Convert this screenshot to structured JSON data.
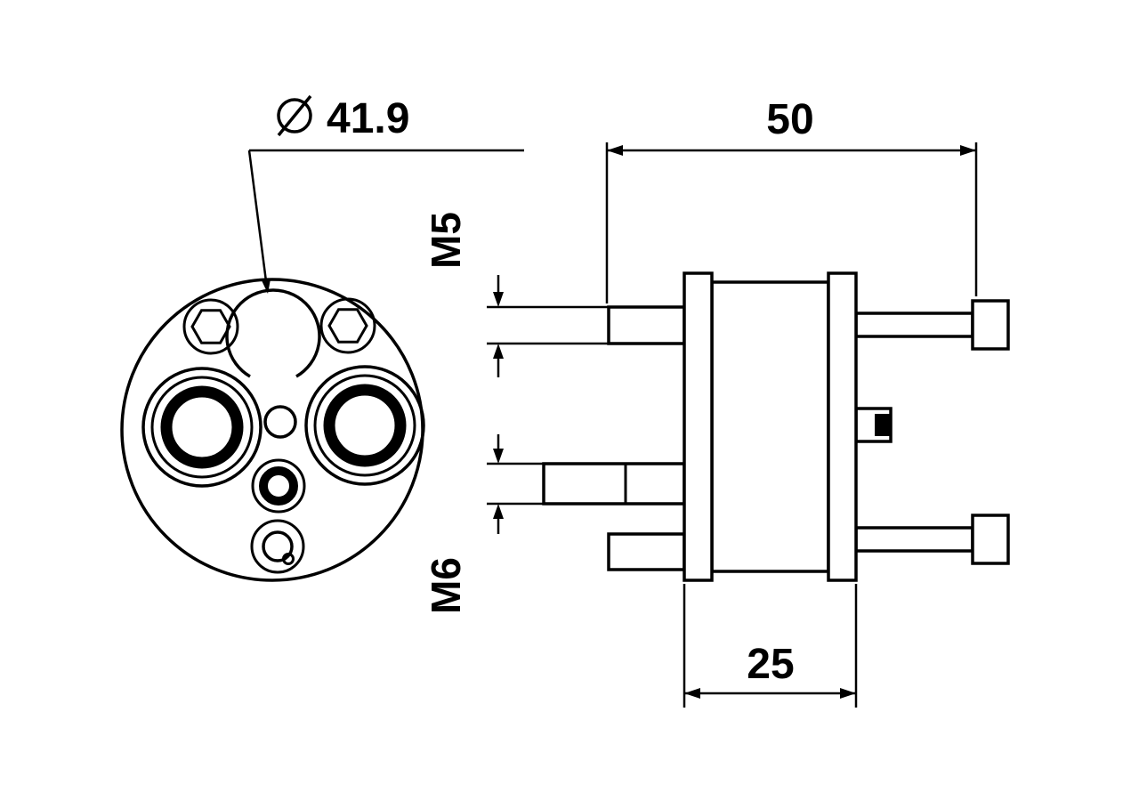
{
  "drawing": {
    "background": "#ffffff",
    "line_color": "#000000",
    "labels": {
      "diameter_symbol": "⌀",
      "diameter": "41.9",
      "top_width": "50",
      "thread_m5": "M5",
      "thread_m6": "M6",
      "flange_width": "25"
    }
  }
}
